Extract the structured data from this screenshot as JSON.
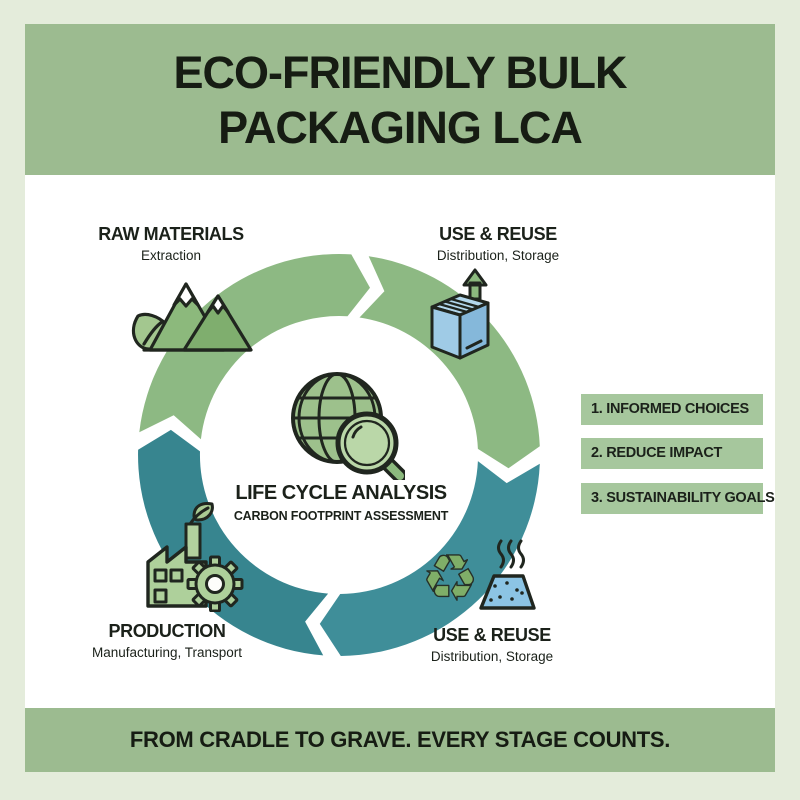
{
  "header": {
    "title_line1": "ECO-FRIENDLY BULK",
    "title_line2": "PACKAGING LCA"
  },
  "center": {
    "title": "LIFE CYCLE ANALYSIS",
    "subtitle": "CARBON FOOTPRINT ASSESSMENT"
  },
  "stages": [
    {
      "label": "RAW MATERIALS",
      "sublabel": "Extraction",
      "icon": "mountains-leaf-icon"
    },
    {
      "label": "USE & REUSE",
      "sublabel": "Distribution, Storage",
      "icon": "box-arrow-icon"
    },
    {
      "label": "PRODUCTION",
      "sublabel": "Manufacturing, Transport",
      "icon": "factory-gear-icon"
    },
    {
      "label": "USE & REUSE",
      "sublabel": "Distribution, Storage",
      "icon": "recycle-compost-icon"
    }
  ],
  "center_icon": "globe-magnifier-icon",
  "benefits": [
    {
      "label": "1. INFORMED CHOICES"
    },
    {
      "label": "2. REDUCE IMPACT"
    },
    {
      "label": "3. SUSTAINABILITY GOALS"
    }
  ],
  "footer": {
    "text": "FROM CRADLE TO GRAVE. EVERY STAGE COUNTS."
  },
  "colors": {
    "bg": "#e4ecdb",
    "band_green": "#9cbb90",
    "ring_green": "#8db983",
    "ring_teal": "#3f8e99",
    "ring_teal_dark": "#37858f",
    "box_green": "#a6c79d",
    "ink": "#1b211a",
    "icon_green": "#a9cb93",
    "icon_green_dark": "#7fae68",
    "icon_blue": "#8fc3e2",
    "snow_white": "#ffffff"
  }
}
